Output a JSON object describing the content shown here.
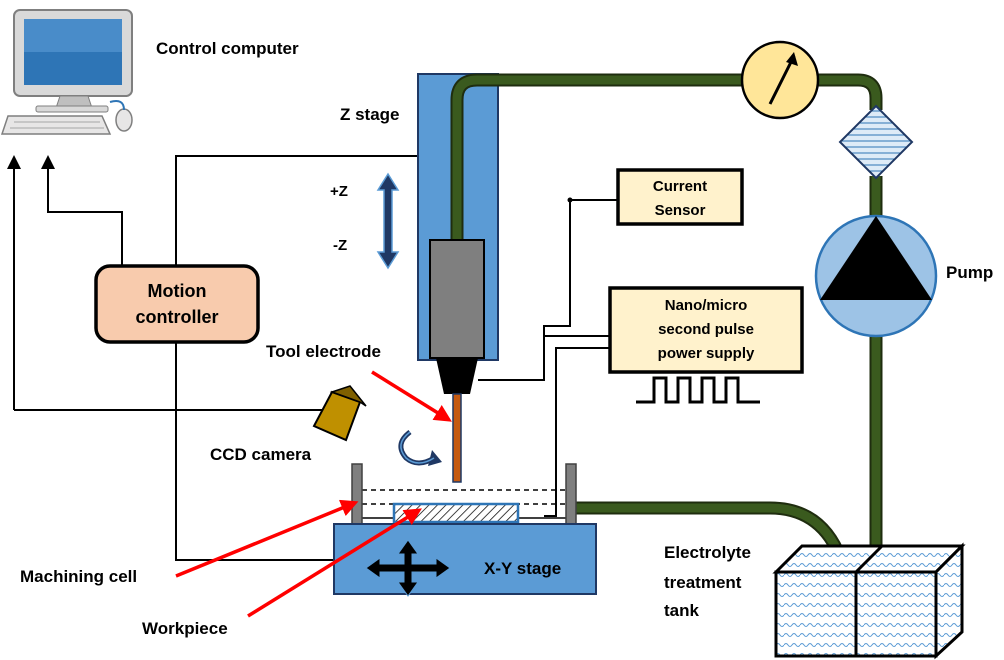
{
  "labels": {
    "control_computer": "Control computer",
    "z_stage": "Z stage",
    "plus_z": "+Z",
    "minus_z": "-Z",
    "motion_controller_line1": "Motion",
    "motion_controller_line2": "controller",
    "current_sensor_line1": "Current",
    "current_sensor_line2": "Sensor",
    "power_supply_line1": "Nano/micro",
    "power_supply_line2": "second pulse",
    "power_supply_line3": "power supply",
    "tool_electrode": "Tool electrode",
    "ccd_camera": "CCD camera",
    "pump": "Pump",
    "machining_cell": "Machining cell",
    "workpiece": "Workpiece",
    "xy_stage": "X-Y stage",
    "tank_line1": "Electrolyte",
    "tank_line2": "treatment",
    "tank_line3": "tank"
  },
  "colors": {
    "stage_blue": "#5b9bd5",
    "stage_border": "#1f3864",
    "pipe": "#3a5a1e",
    "motion_fill": "#f8cbad",
    "box_fill": "#fff2cc",
    "gauge_fill": "#ffe699",
    "arrow_red": "#ff0000",
    "pump_fill": "#9dc3e6",
    "tool_gray": "#7f7f7f",
    "camera_gold": "#bf9000"
  },
  "icons": {
    "computer": "computer-icon",
    "gauge": "pressure-gauge-icon",
    "filter": "filter-icon",
    "pump": "pump-icon",
    "camera": "ccd-camera-icon",
    "rotation": "rotation-arrow-icon",
    "pulse": "pulse-waveform-icon",
    "xy_cross": "xy-move-arrows-icon",
    "z_arrow": "z-move-arrow-icon"
  }
}
